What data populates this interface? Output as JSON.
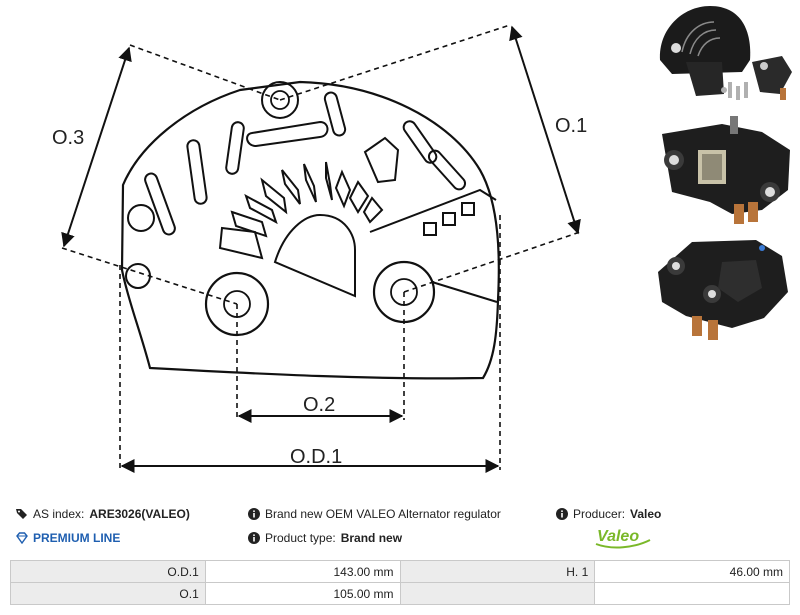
{
  "diagram": {
    "labels": {
      "o1": "O.1",
      "o2": "O.2",
      "o3": "O.3",
      "od1": "O.D.1"
    }
  },
  "photos": [
    {
      "name": "regulator-photo-top",
      "icon": "regulator-with-cover-and-screws"
    },
    {
      "name": "regulator-photo-middle",
      "icon": "regulator-front"
    },
    {
      "name": "regulator-photo-bottom",
      "icon": "regulator-angled"
    }
  ],
  "info": {
    "as_index_label": "AS index:",
    "as_index_value": "ARE3026(VALEO)",
    "description": "Brand new OEM VALEO Alternator regulator",
    "producer_label": "Producer:",
    "producer_value": "Valeo",
    "premium_line": "PREMIUM LINE",
    "product_type_label": "Product type:",
    "product_type_value": "Brand new",
    "logo_text": "Valeo"
  },
  "specs": {
    "rows": [
      [
        {
          "label": "O.D.1",
          "value": "143.00 mm"
        },
        {
          "label": "H. 1",
          "value": "46.00 mm"
        }
      ],
      [
        {
          "label": "O.1",
          "value": "105.00 mm"
        },
        {
          "label": "",
          "value": ""
        }
      ]
    ]
  },
  "colors": {
    "premium_blue": "#1f5fb0",
    "valeo_green": "#7ab829",
    "table_label_bg": "#ececec",
    "table_border": "#c9c9c9"
  }
}
